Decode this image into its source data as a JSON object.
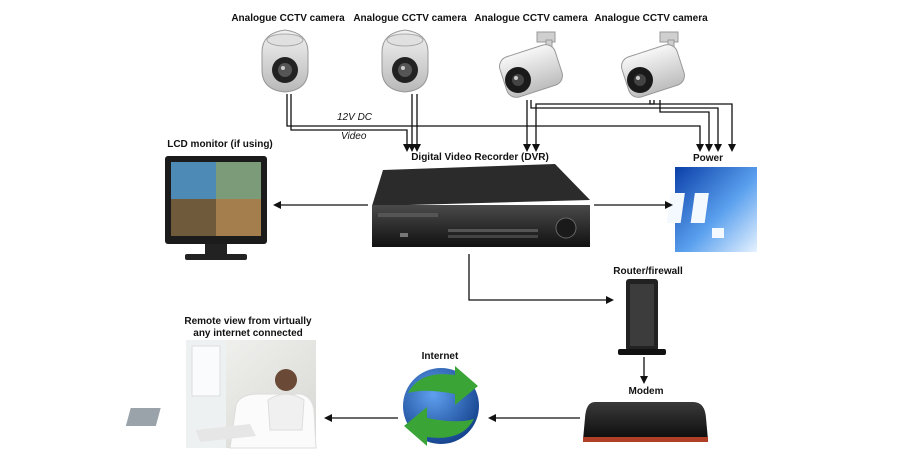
{
  "cameras": [
    {
      "label": "Analogue CCTV camera",
      "kind": "dome"
    },
    {
      "label": "Analogue CCTV camera",
      "kind": "dome"
    },
    {
      "label": "Analogue CCTV camera",
      "kind": "bullet"
    },
    {
      "label": "Analogue CCTV camera",
      "kind": "bullet"
    }
  ],
  "connections": {
    "power_line_label": "12V DC",
    "video_line_label": "Video"
  },
  "devices": {
    "dvr": {
      "label": "Digital Video Recorder (DVR)",
      "icon": "dvr-icon"
    },
    "monitor": {
      "label": "LCD monitor (if using)",
      "icon": "monitor-icon"
    },
    "power": {
      "label": "Power",
      "icon": "power-outlet-icon"
    },
    "router": {
      "label": "Router/firewall",
      "icon": "router-icon"
    },
    "modem": {
      "label": "Modem",
      "icon": "modem-icon"
    },
    "internet": {
      "label": "Internet",
      "icon": "internet-globe-icon"
    },
    "remote": {
      "label": "Remote view from virtually any internet connected device",
      "icon": "person-with-laptop-photo"
    }
  },
  "colors": {
    "line": "#111111",
    "power_blue": "#2f6fd6",
    "globe_blue": "#1f5fb8",
    "globe_green": "#3aa536"
  }
}
